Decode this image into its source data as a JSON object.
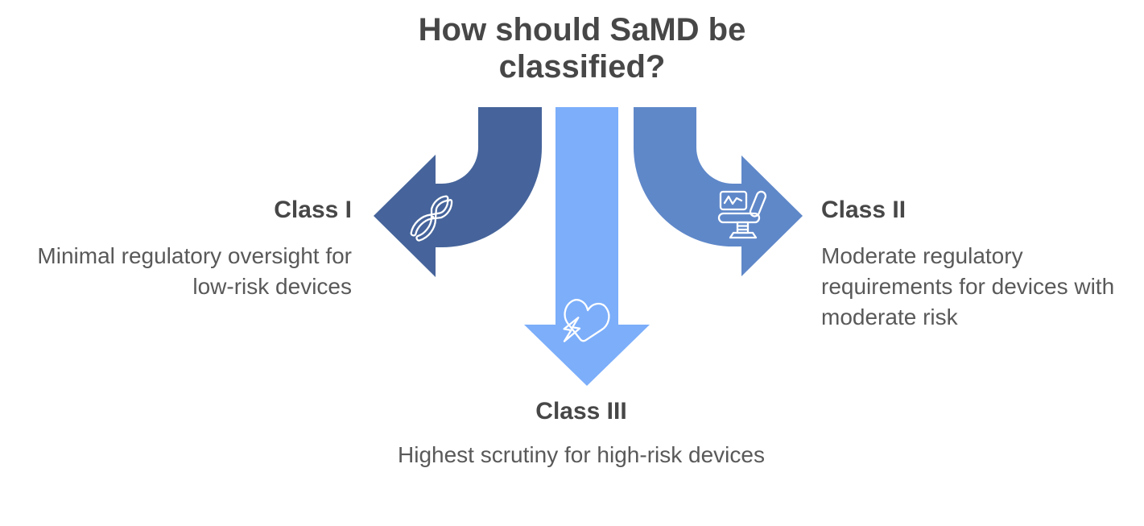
{
  "title": "How should SaMD be classified?",
  "colors": {
    "class1_arrow": "#46649B",
    "class2_arrow": "#5F88C9",
    "class3_arrow": "#7CAEFA",
    "heading_text": "#474747",
    "body_text": "#595959",
    "icon_stroke": "#FFFFFF",
    "background": "#FFFFFF"
  },
  "branches": [
    {
      "id": "class1",
      "label": "Class I",
      "description": "Minimal regulatory oversight for low-risk devices",
      "icon": "pliers-icon",
      "direction": "left",
      "color": "#46649B"
    },
    {
      "id": "class2",
      "label": "Class II",
      "description": "Moderate regulatory requirements for devices with moderate risk",
      "icon": "exam-chair-icon",
      "direction": "right",
      "color": "#5F88C9"
    },
    {
      "id": "class3",
      "label": "Class III",
      "description": "Highest scrutiny for high-risk devices",
      "icon": "heart-lightning-icon",
      "direction": "down",
      "color": "#7CAEFA"
    }
  ]
}
